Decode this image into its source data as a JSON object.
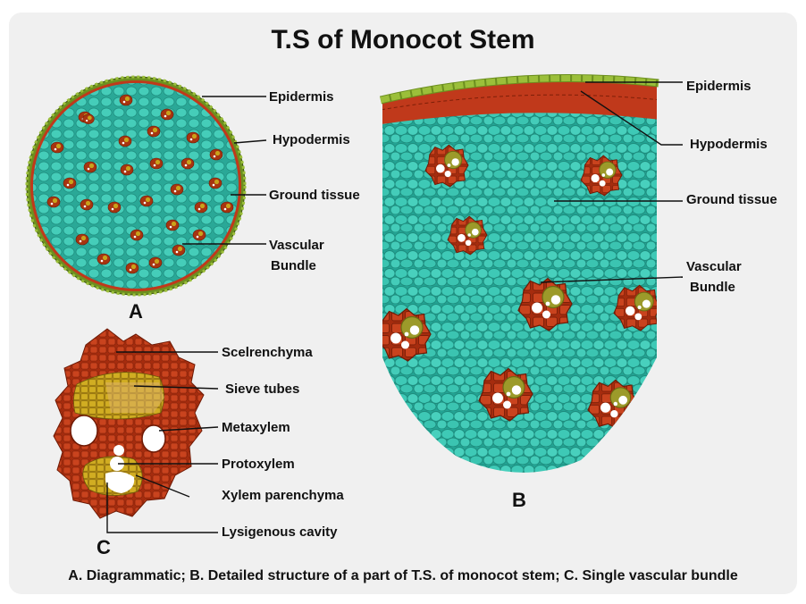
{
  "title": "T.S of Monocot Stem",
  "diagram_a": {
    "letter": "A",
    "labels": {
      "epidermis": "Epidermis",
      "hypodermis": "Hypodermis",
      "ground_tissue": "Ground tissue",
      "vascular_line1": "Vascular",
      "vascular_line2": "Bundle"
    }
  },
  "diagram_b": {
    "letter": "B",
    "labels": {
      "epidermis": "Epidermis",
      "hypodermis": "Hypodermis",
      "ground_tissue": "Ground tissue",
      "vascular_line1": "Vascular",
      "vascular_line2": "Bundle"
    }
  },
  "diagram_c": {
    "letter": "C",
    "labels": {
      "sclerenchyma": "Scelrenchyma",
      "sieve_tubes": "Sieve tubes",
      "metaxylem": "Metaxylem",
      "protoxylem": "Protoxylem",
      "xylem_parenchyma": "Xylem parenchyma",
      "lysigenous_cavity": "Lysigenous cavity"
    }
  },
  "caption": "A. Diagrammatic;  B. Detailed structure of a part of T.S. of monocot stem; C. Single vascular bundle",
  "colors": {
    "ground": "#2bb5a3",
    "ground_cell": "#3fcab8",
    "hypodermis": "#c0391b",
    "epidermis": "#6c8f1f",
    "bundle": "#a8300f",
    "phloem": "#c9a21a",
    "xylem_vessel": "#ffffff"
  }
}
